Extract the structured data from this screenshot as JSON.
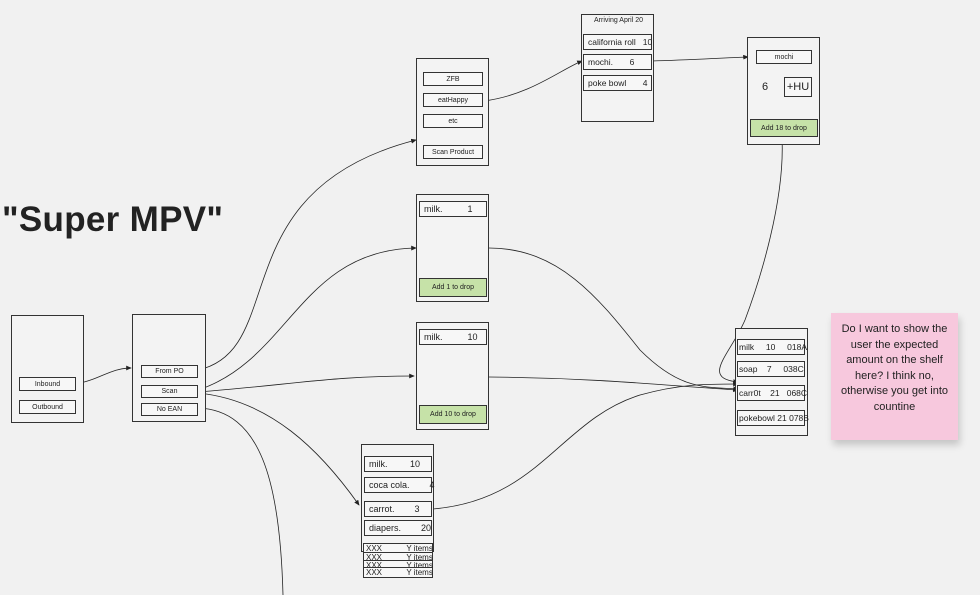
{
  "board": {
    "title": "\"Super MPV\"",
    "sticky_note": "Do I want to show the user the expected amount on the shelf here? I think no, otherwise you get into countine"
  },
  "home_screen": {
    "inbound_label": "Inbound",
    "outbound_label": "Outbound"
  },
  "inbound_screen": {
    "from_po_label": "From PO",
    "scan_label": "Scan",
    "no_ean_label": "No EAN"
  },
  "po_screen": {
    "items": [
      "ZFB",
      "eatHappy",
      "etc"
    ],
    "scan_product_label": "Scan Product"
  },
  "po_detail_screen": {
    "title": "Arriving April 20",
    "rows": [
      "california roll   10",
      "mochi.       6",
      "poke bowl       4"
    ]
  },
  "mochi_screen": {
    "product": "mochi",
    "quantity": "6",
    "hu_button": "+HU",
    "drop_button": "Add 18 to drop"
  },
  "scan_milk_1": {
    "row": "milk.          1",
    "drop_button": "Add 1 to drop"
  },
  "scan_milk_10": {
    "row": "milk.          10",
    "drop_button": "Add 10 to drop"
  },
  "shelf_screen": {
    "rows": [
      "milk     10     018A",
      "soap    7     038C",
      "carr0t    21   068C",
      "pokebowl 21 078B"
    ]
  },
  "no_ean_screen": {
    "rows": [
      "milk.         10",
      "coca cola.        4",
      "carrot.        3",
      "diapers.        20"
    ],
    "overflow_rows": [
      "XXX           Y items",
      "XXX           Y items",
      "XXX           Y items",
      "XXX           Y items"
    ]
  }
}
